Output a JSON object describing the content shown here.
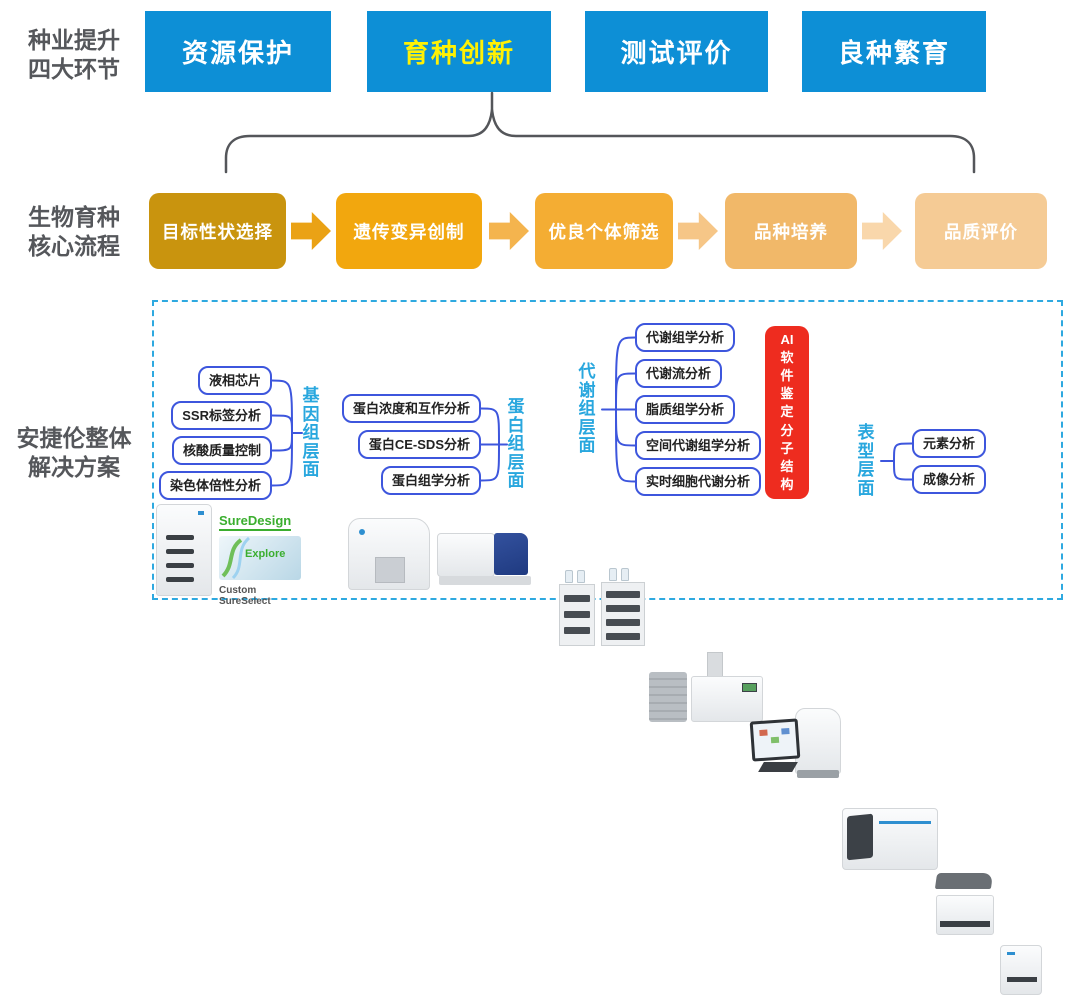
{
  "top_section": {
    "label_line1": "种业提升",
    "label_line2": "四大环节",
    "boxes": [
      {
        "label": "资源保护",
        "highlighted": false
      },
      {
        "label": "育种创新",
        "highlighted": true
      },
      {
        "label": "测试评价",
        "highlighted": false
      },
      {
        "label": "良种繁育",
        "highlighted": false
      }
    ]
  },
  "process_section": {
    "label_line1": "生物育种",
    "label_line2": "核心流程",
    "steps": [
      {
        "label": "目标性状选择"
      },
      {
        "label": "遗传变异创制"
      },
      {
        "label": "优良个体筛选"
      },
      {
        "label": "品种培养"
      },
      {
        "label": "品质评价"
      }
    ]
  },
  "solution_section": {
    "label_line1": "安捷伦整体",
    "label_line2": "解决方案",
    "genome_group": {
      "name": "基因组层面",
      "items": [
        "液相芯片",
        "SSR标签分析",
        "核酸质量控制",
        "染色体倍性分析"
      ]
    },
    "protein_group": {
      "name": "蛋白组层面",
      "items": [
        "蛋白浓度和互作分析",
        "蛋白CE-SDS分析",
        "蛋白组学分析"
      ]
    },
    "metabolome_group": {
      "name": "代谢组层面",
      "items": [
        "代谢组学分析",
        "代谢流分析",
        "脂质组学分析",
        "空间代谢组学分析",
        "实时细胞代谢分析"
      ]
    },
    "phenotype_group": {
      "name": "表型层面",
      "items": [
        "元素分析",
        "成像分析"
      ]
    },
    "ai_box_label": "AI软件鉴定分子结构",
    "branding": {
      "logo": "SureDesign",
      "badge": "Explore",
      "caption": "Custom SureSelect"
    }
  },
  "colors": {
    "top_box_blue": "#0D8FD6",
    "highlight_yellow": "#FFF104",
    "step_colors": [
      "#C9940E",
      "#F2A70E",
      "#F4AD33",
      "#F1B869",
      "#F5CB95"
    ],
    "arrow_colors": [
      "#EAA215",
      "#F4B44E",
      "#F6C687",
      "#F9D7AB"
    ],
    "pill_border_blue": "#3D56DD",
    "group_label_blue": "#29A7DE",
    "ai_red": "#EE2C1F",
    "dashed_border_blue": "#2EA9E0",
    "brace_gray": "#54565A",
    "side_label_gray": "#55575B"
  }
}
